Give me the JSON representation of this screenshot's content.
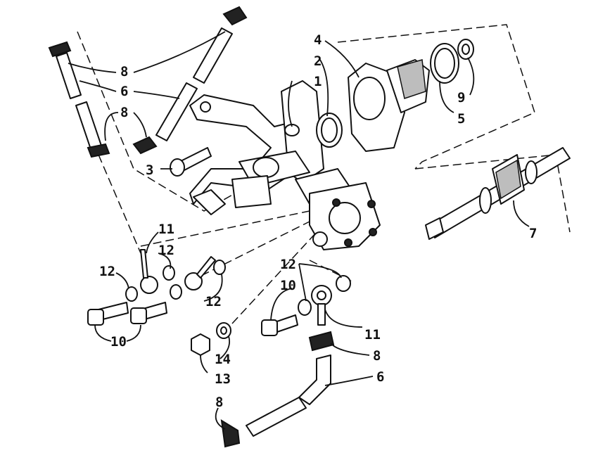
{
  "callouts": {
    "c1": "1",
    "c2": "2",
    "c3": "3",
    "c4": "4",
    "c5": "5",
    "c6a": "6",
    "c6b": "6",
    "c7": "7",
    "c8a": "8",
    "c8b": "8",
    "c8c": "8",
    "c8d": "8",
    "c9": "9",
    "c10a": "10",
    "c10b": "10",
    "c11a": "11",
    "c11b": "11",
    "c12a": "12",
    "c12b": "12",
    "c12c": "12",
    "c12d": "12",
    "c13": "13",
    "c14": "14"
  }
}
